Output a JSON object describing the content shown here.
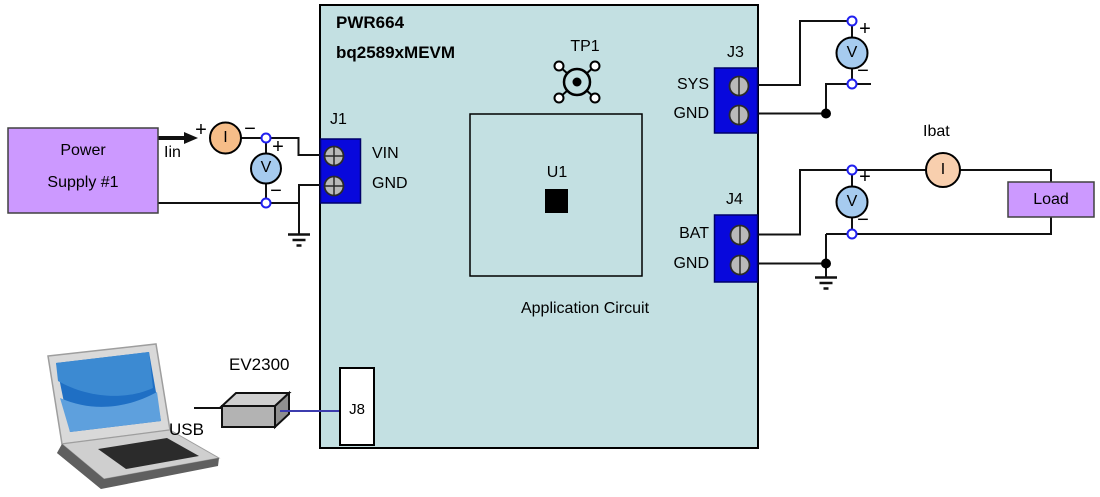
{
  "colors": {
    "board": "#c3e0e2",
    "connector": "#0808dc",
    "screw": "#b9b9b9",
    "box_purple": "#cc99ff",
    "ammeter": "#f6bd88",
    "ammeter_light": "#f8cfae",
    "voltmeter": "#a6cbef",
    "white": "#ffffff"
  },
  "board": {
    "title_line1": "PWR664",
    "title_line2": "bq2589xMEVM",
    "test_point_label": "TP1",
    "chip_label": "U1",
    "app_circuit_label": "Application Circuit",
    "connectors": {
      "j1": {
        "name": "J1",
        "pin1": "VIN",
        "pin2": "GND"
      },
      "j3": {
        "name": "J3",
        "pin1": "SYS",
        "pin2": "GND"
      },
      "j4": {
        "name": "J4",
        "pin1": "BAT",
        "pin2": "GND"
      },
      "j8": {
        "name": "J8"
      }
    }
  },
  "input_circuit": {
    "power_supply_line1": "Power",
    "power_supply_line2": "Supply #1",
    "current_label": "Iin",
    "ammeter_letter": "I",
    "voltmeter_letter": "V"
  },
  "sys_circuit": {
    "voltmeter_letter": "V"
  },
  "bat_circuit": {
    "current_label": "Ibat",
    "ammeter_letter": "I",
    "voltmeter_letter": "V",
    "load_label": "Load"
  },
  "usb_chain": {
    "adapter_label": "EV2300",
    "usb_label": "USB"
  },
  "symbols": {
    "plus": "+",
    "minus": "−"
  }
}
